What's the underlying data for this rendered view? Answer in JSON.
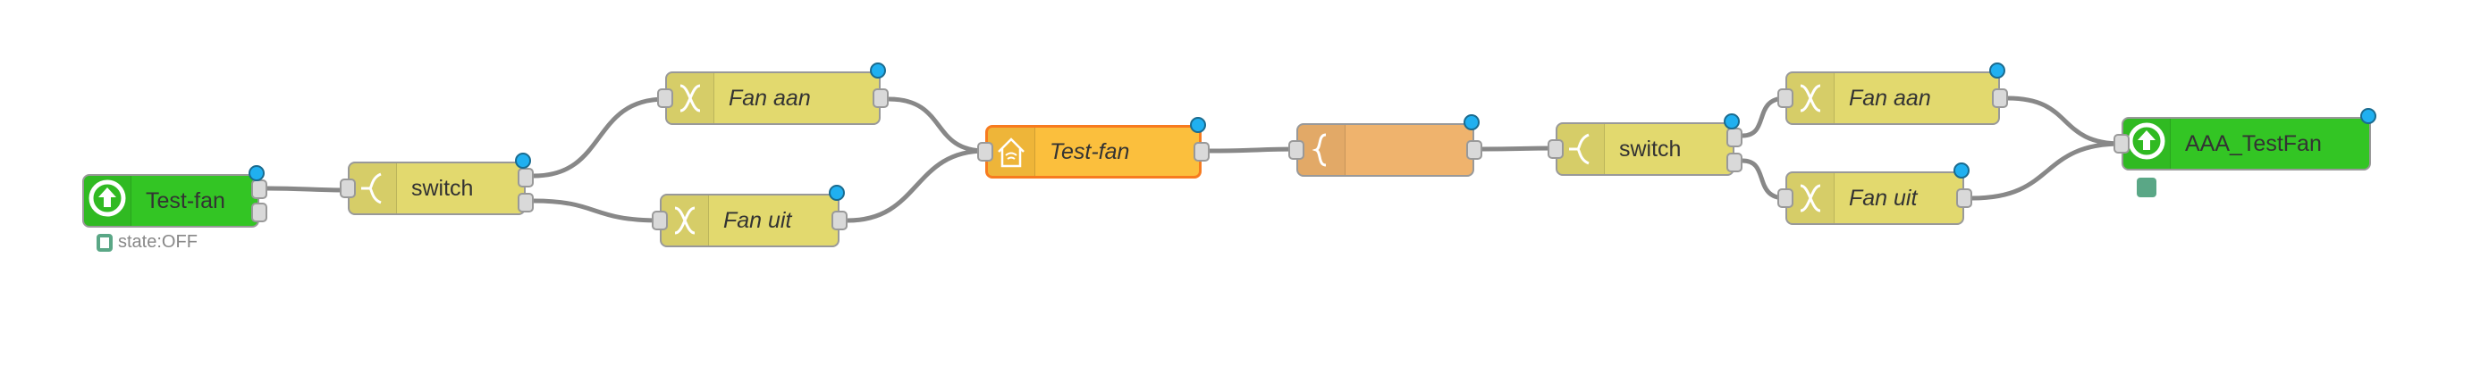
{
  "nodes": {
    "in_fan": {
      "label": "Test-fan",
      "type": "homey-device",
      "status": "state:OFF"
    },
    "switch1": {
      "label": "switch",
      "type": "switch"
    },
    "fan_aan1": {
      "label": "Fan aan",
      "type": "change"
    },
    "fan_uit1": {
      "label": "Fan uit",
      "type": "change"
    },
    "homekit": {
      "label": "Test-fan",
      "type": "homekit"
    },
    "function": {
      "label": "",
      "type": "function"
    },
    "switch2": {
      "label": "switch",
      "type": "switch"
    },
    "fan_aan2": {
      "label": "Fan aan",
      "type": "change"
    },
    "fan_uit2": {
      "label": "Fan uit",
      "type": "change"
    },
    "out_fan": {
      "label": "AAA_TestFan",
      "type": "homey-device"
    }
  },
  "colors": {
    "change": "#e2d96e",
    "device": "#33c524",
    "homekit": "#fbbf3d",
    "function": "#efb36d",
    "changed_dot": "#20b0f0",
    "status": "#5aa786"
  }
}
